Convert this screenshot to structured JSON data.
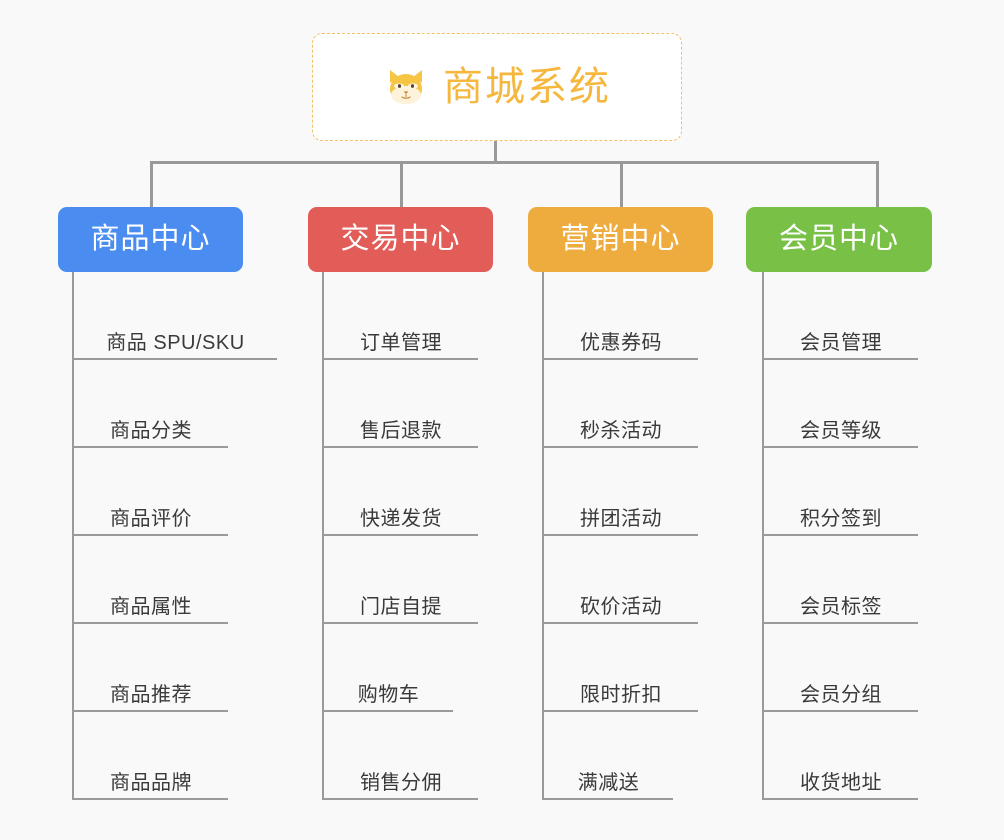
{
  "background_color": "#f9f9f9",
  "root": {
    "icon": "shiba-dog-face-icon",
    "title": "商城系统",
    "text_color": "#f5b73d",
    "border_color": "#f0c168",
    "background_color": "#ffffff"
  },
  "connector_color": "#999999",
  "categories": [
    {
      "label": "商品中心",
      "color": "#4a8cf0",
      "items": [
        "商品 SPU/SKU",
        "商品分类",
        "商品评价",
        "商品属性",
        "商品推荐",
        "商品品牌"
      ]
    },
    {
      "label": "交易中心",
      "color": "#e25c58",
      "items": [
        "订单管理",
        "售后退款",
        "快递发货",
        "门店自提",
        "购物车",
        "销售分佣"
      ]
    },
    {
      "label": "营销中心",
      "color": "#eeab3e",
      "items": [
        "优惠券码",
        "秒杀活动",
        "拼团活动",
        "砍价活动",
        "限时折扣",
        "满减送"
      ]
    },
    {
      "label": "会员中心",
      "color": "#78c046",
      "items": [
        "会员管理",
        "会员等级",
        "积分签到",
        "会员标签",
        "会员分组",
        "收货地址"
      ]
    }
  ]
}
